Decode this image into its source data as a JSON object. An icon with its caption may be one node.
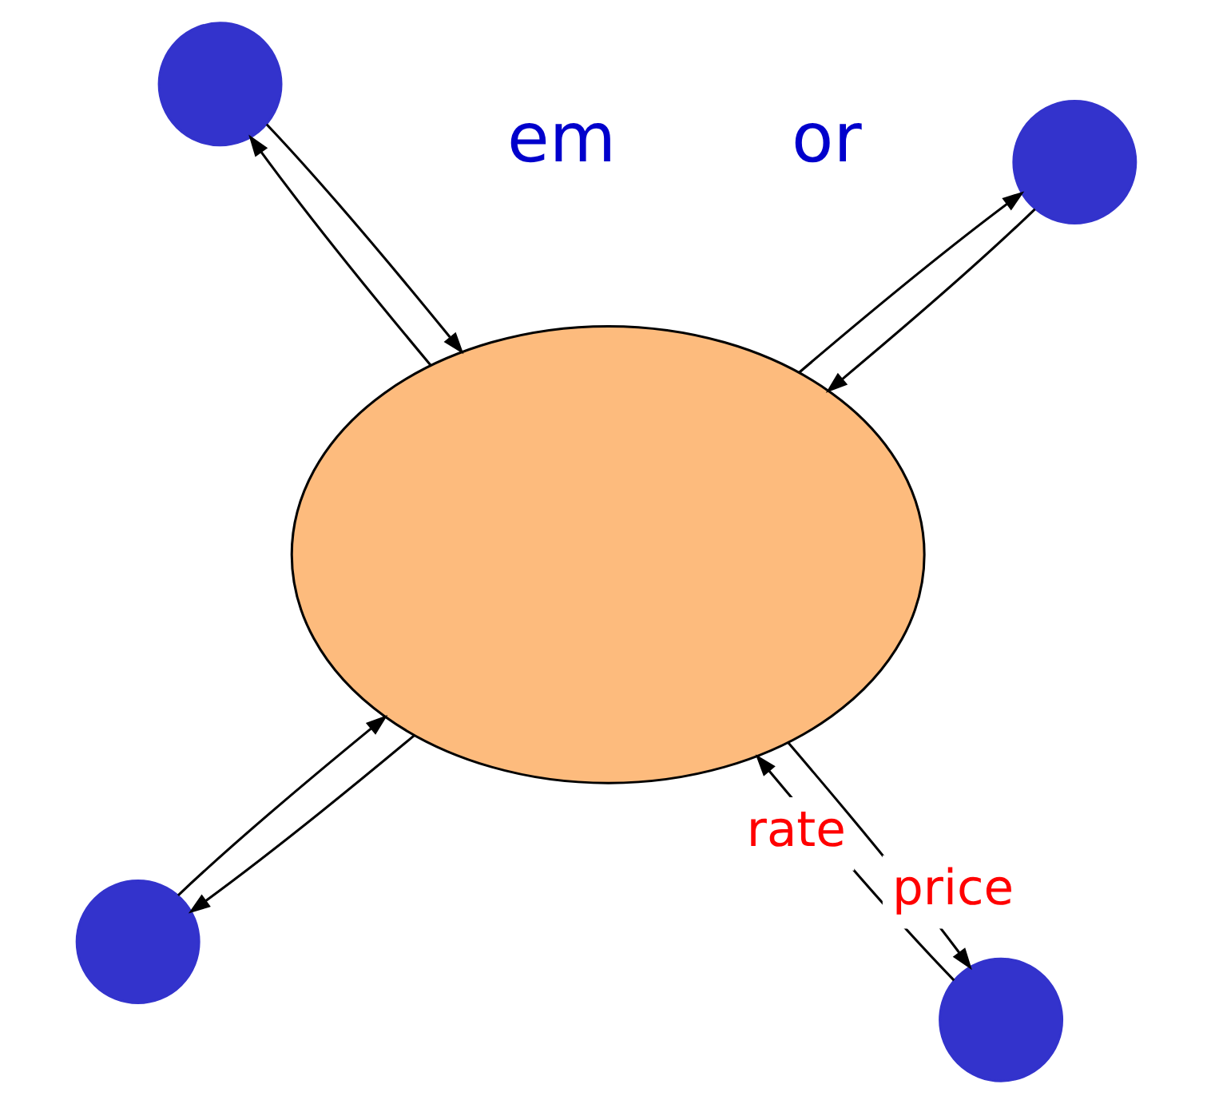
{
  "diagram": {
    "nodes": [
      {
        "text": [],
        "shape": "circle"
      },
      {
        "text": [],
        "shape": "circle"
      },
      {
        "text": [],
        "shape": "cloud"
      },
      {
        "text": [],
        "shape": "circle"
      },
      {
        "text": [],
        "shape": "circle"
      }
    ],
    "edges": [
      {
        "from": 0,
        "to": 2,
        "arrow": "to"
      },
      {
        "from": 2,
        "to": 0,
        "arrow": "to"
      },
      {
        "from": 1,
        "to": 2,
        "arrow": "to",
        "label": "rate"
      },
      {
        "from": 2,
        "to": 1,
        "arrow": "to",
        "label": "price"
      },
      {
        "from": 2,
        "to": 3,
        "arrow": "to"
      },
      {
        "from": 3,
        "to": 2,
        "arrow": "to"
      },
      {
        "from": 2,
        "to": 4,
        "arrow": "to"
      },
      {
        "from": 4,
        "to": 2,
        "arrow": "to"
      }
    ],
    "labels": [
      "or",
      "em"
    ]
  }
}
